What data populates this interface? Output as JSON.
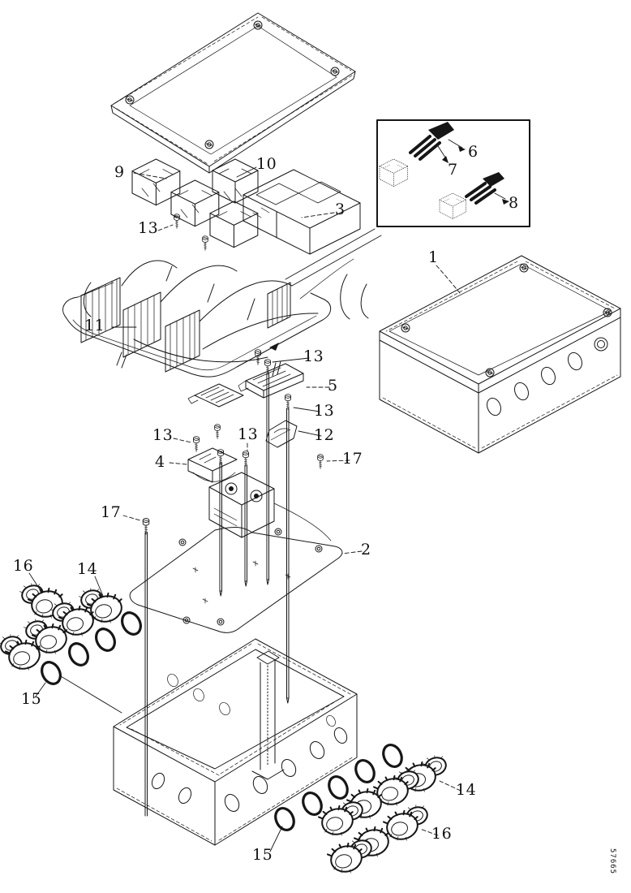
{
  "meta": {
    "figure_kind": "exploded parts diagram, junction box assembly",
    "doc_number": "57665",
    "ink_color": "#161616",
    "background_color": "#ffffff"
  },
  "callouts": [
    {
      "part": "9"
    },
    {
      "part": "10"
    },
    {
      "part": "13"
    },
    {
      "part": "3"
    },
    {
      "part": "6"
    },
    {
      "part": "7"
    },
    {
      "part": "8"
    },
    {
      "part": "1"
    },
    {
      "part": "11"
    },
    {
      "part": "13"
    },
    {
      "part": "5"
    },
    {
      "part": "13"
    },
    {
      "part": "12"
    },
    {
      "part": "13"
    },
    {
      "part": "13"
    },
    {
      "part": "4"
    },
    {
      "part": "17"
    },
    {
      "part": "17"
    },
    {
      "part": "2"
    },
    {
      "part": "16"
    },
    {
      "part": "14"
    },
    {
      "part": "15"
    },
    {
      "part": "14"
    },
    {
      "part": "16"
    },
    {
      "part": "15"
    }
  ]
}
